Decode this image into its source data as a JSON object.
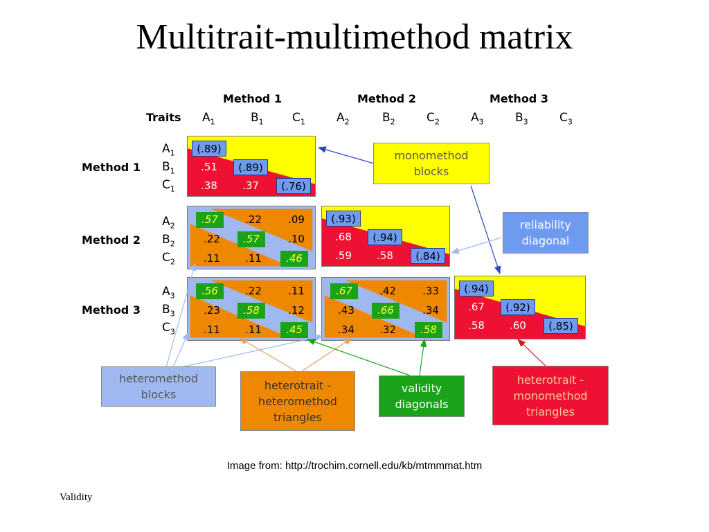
{
  "title": "Multitrait-multimethod matrix",
  "headers": {
    "traits": "Traits",
    "methods": [
      "Method 1",
      "Method 2",
      "Method 3"
    ],
    "col_traits": [
      "A",
      "B",
      "C"
    ],
    "subscripts": [
      "1",
      "2",
      "3"
    ]
  },
  "blocks": {
    "m1": {
      "rel": [
        "(.89)",
        "(.89)",
        "(.76)"
      ],
      "low": [
        ".51",
        ".38",
        ".37"
      ]
    },
    "m2": {
      "rel": [
        "(.93)",
        "(.94)",
        "(.84)"
      ],
      "low": [
        ".68",
        ".59",
        ".58"
      ]
    },
    "m3": {
      "rel": [
        "(.94)",
        "(.92)",
        "(.85)"
      ],
      "low": [
        ".67",
        ".58",
        ".60"
      ]
    },
    "m21": {
      "diag": [
        ".57",
        ".57",
        ".46"
      ],
      "upper": [
        ".22",
        ".09",
        ".10"
      ],
      "lower": [
        ".22",
        ".11",
        ".11"
      ]
    },
    "m31": {
      "diag": [
        ".56",
        ".58",
        ".45"
      ],
      "upper": [
        ".22",
        ".11",
        ".12"
      ],
      "lower": [
        ".23",
        ".11",
        ".11"
      ]
    },
    "m32": {
      "diag": [
        ".67",
        ".66",
        ".58"
      ],
      "upper": [
        ".42",
        ".33",
        ".34"
      ],
      "lower": [
        ".43",
        ".34",
        ".32"
      ]
    }
  },
  "labels": {
    "monomethod": [
      "monomethod",
      "blocks"
    ],
    "reliability": [
      "reliability",
      "diagonal"
    ],
    "heteromethod": [
      "heteromethod",
      "blocks"
    ],
    "hthm": [
      "heterotrait -",
      "heteromethod",
      "triangles"
    ],
    "validity": [
      "validity",
      "diagonals"
    ],
    "htmm": [
      "heterotrait -",
      "monomethod",
      "triangles"
    ]
  },
  "caption": "Image from: http://trochim.cornell.edu/kb/mtmmmat.htm",
  "footer": "Validity",
  "colors": {
    "yellow": "#ffff00",
    "red": "#ee1133",
    "orange": "#ee8800",
    "lightblue": "#a0b8f0",
    "blue": "#6e9af0",
    "green": "#1aa31a",
    "arrow_blue": "#2a44c8",
    "arrow_green": "#1aa31a",
    "arrow_red": "#c82020",
    "arrow_orange": "#e0a060",
    "arrow_lightblue": "#a0b8f0"
  }
}
